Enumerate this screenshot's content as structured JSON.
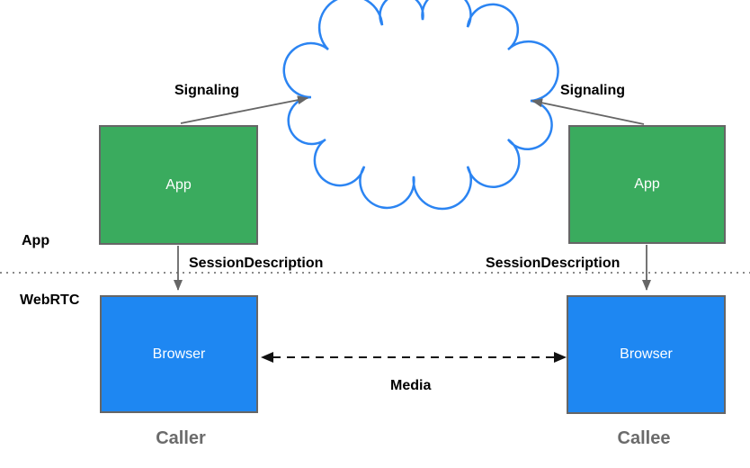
{
  "nodes": {
    "caller_app": "App",
    "callee_app": "App",
    "caller_browser": "Browser",
    "callee_browser": "Browser"
  },
  "labels": {
    "signaling_left": "Signaling",
    "signaling_right": "Signaling",
    "session_left": "SessionDescription",
    "session_right": "SessionDescription",
    "media": "Media"
  },
  "layers": {
    "app": "App",
    "webrtc": "WebRTC"
  },
  "roles": {
    "caller": "Caller",
    "callee": "Callee"
  },
  "icons": {
    "cloud": "network-cloud"
  },
  "colors": {
    "green": "#3AAB5E",
    "blue": "#1E87F2",
    "cloud": "#2B84F2",
    "border": "#666666",
    "arrow": "#666666",
    "media": "#111111",
    "dotted": "#8A8A8A",
    "role_text": "#6B6B6B"
  }
}
